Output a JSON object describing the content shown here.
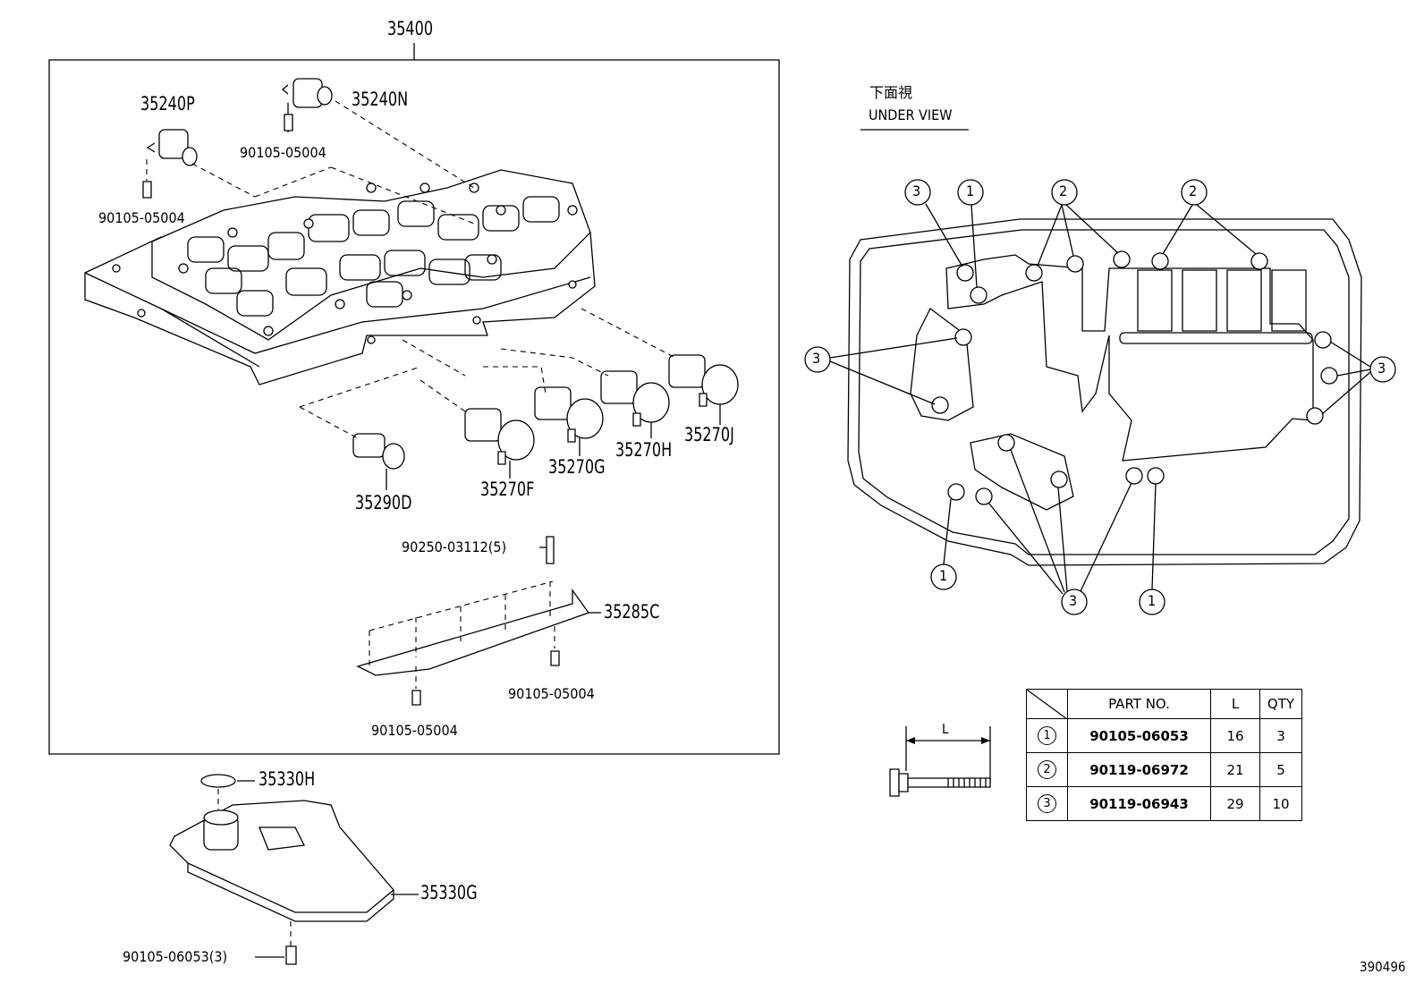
{
  "labels": {
    "main_assembly": "35400",
    "sol_p": "35240P",
    "sol_n": "35240N",
    "bolt_sol_n": "90105-05004",
    "bolt_sol_p": "90105-05004",
    "sol_j": "35270J",
    "sol_h": "35270H",
    "sol_g": "35270G",
    "sol_f": "35270F",
    "sol_d": "35290D",
    "pin": "90250-03112(5)",
    "plate": "35285C",
    "bolt_plate_right": "90105-05004",
    "bolt_plate_left": "90105-05004",
    "oring": "35330H",
    "strainer": "35330G",
    "bolt_strainer": "90105-06053(3)"
  },
  "under_view": {
    "title_jp": "下面視",
    "title_en": "UNDER VIEW",
    "callouts": [
      "3",
      "1",
      "2",
      "2",
      "3",
      "3",
      "1",
      "3",
      "1"
    ]
  },
  "bolt_dimension_label": "L",
  "spec_table": {
    "headers": [
      "",
      "PART NO.",
      "L",
      "QTY"
    ],
    "rows": [
      {
        "ref": "1",
        "part_no": "90105-06053",
        "l": "16",
        "qty": "3"
      },
      {
        "ref": "2",
        "part_no": "90119-06972",
        "l": "21",
        "qty": "5"
      },
      {
        "ref": "3",
        "part_no": "90119-06943",
        "l": "29",
        "qty": "10"
      }
    ]
  },
  "figure_number": "390496"
}
